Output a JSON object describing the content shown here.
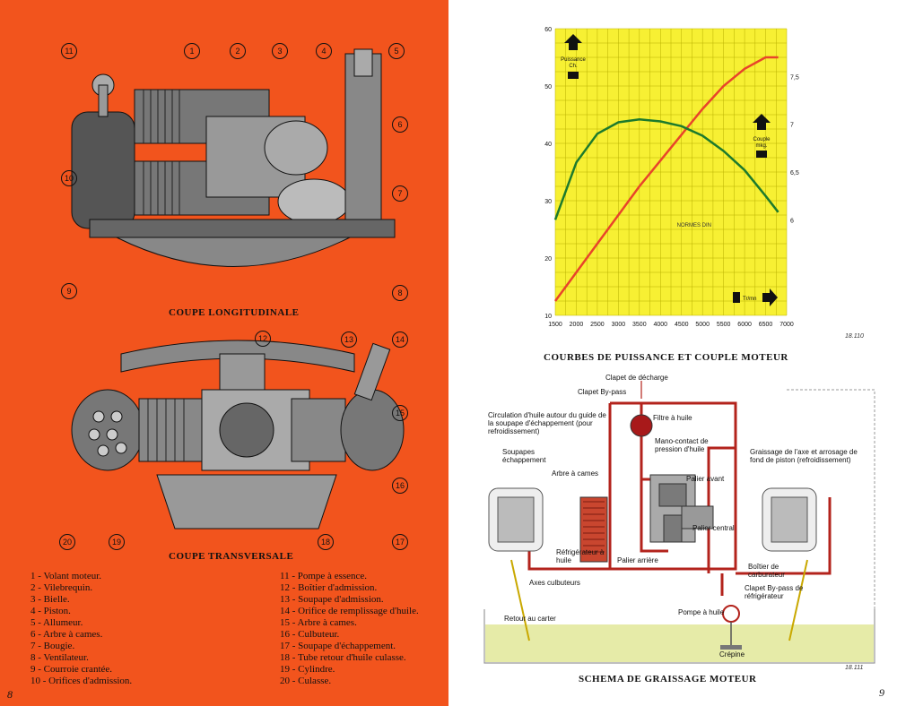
{
  "left_page": {
    "caption_longitudinal": "COUPE LONGITUDINALE",
    "caption_transverse": "COUPE TRANSVERSALE",
    "page_number": "8",
    "callouts_top": [
      "1",
      "2",
      "3",
      "4",
      "5",
      "6",
      "7",
      "8",
      "9",
      "10",
      "11"
    ],
    "callouts_bottom": [
      "12",
      "13",
      "14",
      "15",
      "16",
      "17",
      "18",
      "19",
      "20"
    ],
    "legend_left": [
      "1 - Volant moteur.",
      "2 - Vilebrequin.",
      "3 - Bielle.",
      "4 - Piston.",
      "5 - Allumeur.",
      "6 - Arbre à cames.",
      "7 - Bougie.",
      "8 - Ventilateur.",
      "9 - Courroie crantée.",
      "10 - Orifices d'admission."
    ],
    "legend_right": [
      "11 - Pompe à essence.",
      "12 - Boîtier d'admission.",
      "13 - Soupape d'admission.",
      "14 - Orifice de remplissage d'huile.",
      "15 - Arbre à cames.",
      "16 - Culbuteur.",
      "17 - Soupape d'échappement.",
      "18 - Tube retour d'huile culasse.",
      "19 - Cylindre.",
      "20 - Culasse."
    ]
  },
  "right_page": {
    "page_number": "9",
    "chart_ref": "18.110",
    "chart_caption": "COURBES DE PUISSANCE ET COUPLE MOTEUR",
    "schema_ref": "18.111",
    "schema_caption": "SCHEMA DE GRAISSAGE MOTEUR",
    "schema_labels": {
      "clapet_decharge": "Clapet de décharge",
      "clapet_bypass": "Clapet By-pass",
      "filtre": "Filtre à huile",
      "circulation": "Circulation d'huile autour du guide de la soupape d'échappement (pour refroidissement)",
      "mano": "Mano-contact de pression d'huile",
      "soupapes": "Soupapes échappement",
      "arbre": "Arbre à cames",
      "palier_avant": "Palier avant",
      "graissage": "Graissage de l'axe et arrosage de fond de piston (refroidissement)",
      "palier_central": "Palier central",
      "refrigerateur": "Réfrigérateur à huile",
      "palier_arriere": "Palier arrière",
      "boitier": "Boîtier de carburateur",
      "axes": "Axes culbuteurs",
      "clapet_refrig": "Clapet By-pass de réfrigérateur",
      "pompe": "Pompe à huile",
      "retour": "Retour au carter",
      "crepine": "Crépine"
    }
  },
  "chart_data": {
    "type": "line",
    "x_ticks": [
      1500,
      2000,
      2500,
      3000,
      3500,
      4000,
      4500,
      5000,
      5500,
      6000,
      6500,
      7000
    ],
    "xlim": [
      1500,
      7000
    ],
    "y_left_ticks": [
      10,
      20,
      30,
      40,
      50,
      60
    ],
    "ylim_left": [
      10,
      60
    ],
    "y_right_ticks": [
      6,
      6.5,
      7,
      7.5
    ],
    "ylim_right": [
      5.0,
      8.0
    ],
    "left_axis_label": "Puissance Ch.",
    "right_axis_label": "Couple mkg.",
    "x_axis_label": "Tr/mn",
    "annotation": "NORMES DIN",
    "colors": {
      "background": "#f7f033",
      "grid": "#b8b000",
      "power": "#e8442a",
      "torque": "#1d7a2c"
    },
    "series": [
      {
        "name": "Puissance",
        "axis": "left",
        "x": [
          1500,
          2000,
          2500,
          3000,
          3500,
          4000,
          4500,
          5000,
          5500,
          6000,
          6500,
          6800
        ],
        "y": [
          12.5,
          17.5,
          22.5,
          27.5,
          32.5,
          37,
          41.5,
          46,
          50,
          53,
          55,
          55
        ]
      },
      {
        "name": "Couple",
        "axis": "right",
        "x": [
          1500,
          2000,
          2500,
          3000,
          3500,
          4000,
          4500,
          5000,
          5500,
          6000,
          6500,
          6800
        ],
        "y": [
          6.0,
          6.6,
          6.9,
          7.02,
          7.05,
          7.03,
          6.98,
          6.88,
          6.72,
          6.52,
          6.25,
          6.08
        ]
      }
    ]
  }
}
